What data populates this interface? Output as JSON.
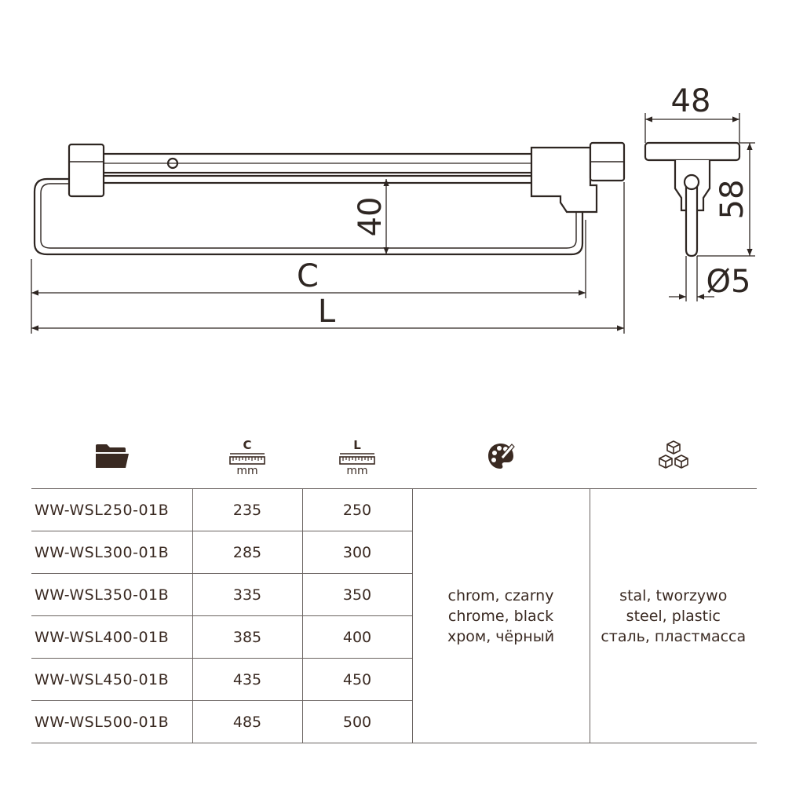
{
  "drawing": {
    "dim_c": "C",
    "dim_l": "L",
    "dim_height": "40",
    "dim_width": "48",
    "dim_depth": "58",
    "dim_diameter": "Ø5"
  },
  "table": {
    "header": {
      "code_icon": "folder-icon",
      "c_letter": "C",
      "c_unit": "mm",
      "l_letter": "L",
      "l_unit": "mm",
      "finish_icon": "palette-icon",
      "material_icon": "cubes-icon"
    },
    "rows": [
      {
        "code": "WW-WSL250-01B",
        "c": "235",
        "l": "250"
      },
      {
        "code": "WW-WSL300-01B",
        "c": "285",
        "l": "300"
      },
      {
        "code": "WW-WSL350-01B",
        "c": "335",
        "l": "350"
      },
      {
        "code": "WW-WSL400-01B",
        "c": "385",
        "l": "400"
      },
      {
        "code": "WW-WSL450-01B",
        "c": "435",
        "l": "450"
      },
      {
        "code": "WW-WSL500-01B",
        "c": "485",
        "l": "500"
      }
    ],
    "finish": [
      "chrom, czarny",
      "chrome, black",
      "хром, чёрный"
    ],
    "material": [
      "stal, tworzywo",
      "steel, plastic",
      "сталь, пластмасса"
    ]
  },
  "colors": {
    "line": "#2e2622",
    "table_rule": "#6a6360",
    "text": "#3a2a22"
  }
}
